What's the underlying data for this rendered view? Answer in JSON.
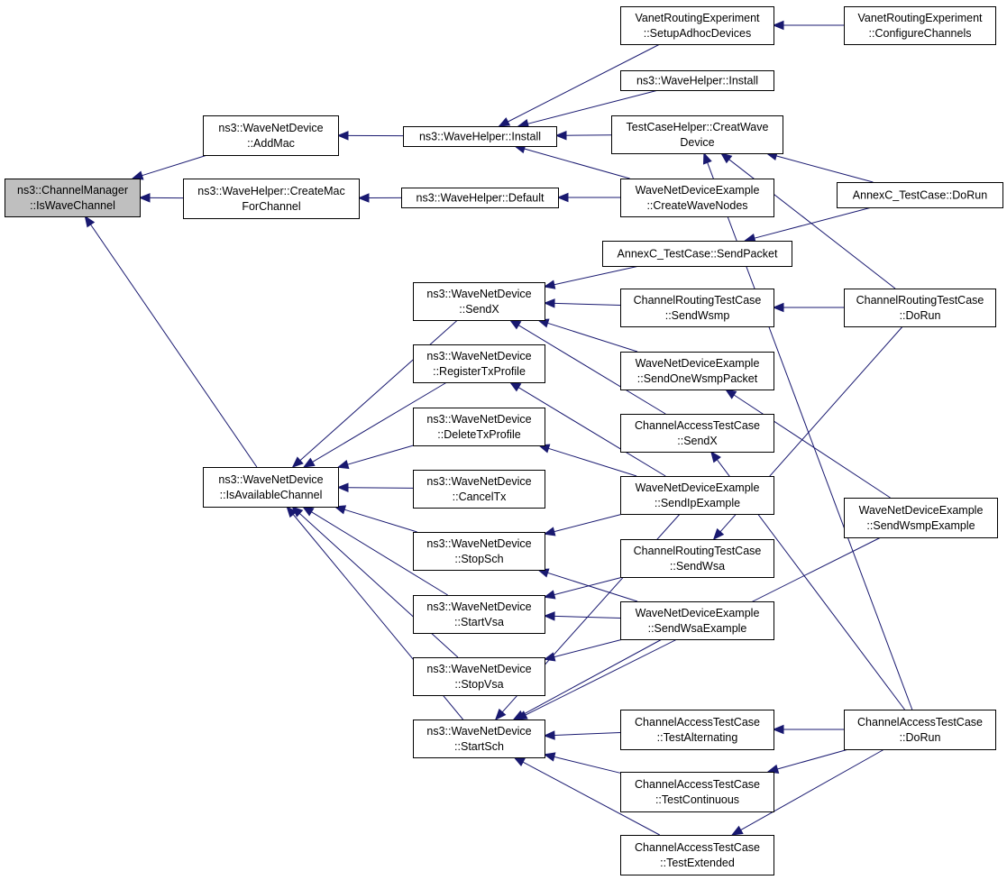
{
  "nodes": {
    "n_root": [
      "ns3::ChannelManager",
      "::IsWaveChannel"
    ],
    "n_addmac": [
      "ns3::WaveNetDevice",
      "::AddMac"
    ],
    "n_createmac": [
      "ns3::WaveHelper::CreateMac",
      "ForChannel"
    ],
    "n_isavail": [
      "ns3::WaveNetDevice",
      "::IsAvailableChannel"
    ],
    "n_install": [
      "ns3::WaveHelper::Install"
    ],
    "n_default": [
      "ns3::WaveHelper::Default"
    ],
    "n_sendx": [
      "ns3::WaveNetDevice",
      "::SendX"
    ],
    "n_regtx": [
      "ns3::WaveNetDevice",
      "::RegisterTxProfile"
    ],
    "n_deltx": [
      "ns3::WaveNetDevice",
      "::DeleteTxProfile"
    ],
    "n_canceltx": [
      "ns3::WaveNetDevice",
      "::CancelTx"
    ],
    "n_stopsch": [
      "ns3::WaveNetDevice",
      "::StopSch"
    ],
    "n_startvsa": [
      "ns3::WaveNetDevice",
      "::StartVsa"
    ],
    "n_stopvsa": [
      "ns3::WaveNetDevice",
      "::StopVsa"
    ],
    "n_startsch": [
      "ns3::WaveNetDevice",
      "::StartSch"
    ],
    "n_setupadhoc": [
      "VanetRoutingExperiment",
      "::SetupAdhocDevices"
    ],
    "n_wavehelperinst": [
      "ns3::WaveHelper::Install"
    ],
    "n_creatwave": [
      "TestCaseHelper::CreatWave",
      "Device"
    ],
    "n_createnodes": [
      "WaveNetDeviceExample",
      "::CreateWaveNodes"
    ],
    "n_annexsend": [
      "AnnexC_TestCase::SendPacket"
    ],
    "n_crt_sendwsmp": [
      "ChannelRoutingTestCase",
      "::SendWsmp"
    ],
    "n_sendone": [
      "WaveNetDeviceExample",
      "::SendOneWsmpPacket"
    ],
    "n_cat_sendx": [
      "ChannelAccessTestCase",
      "::SendX"
    ],
    "n_sendip": [
      "WaveNetDeviceExample",
      "::SendIpExample"
    ],
    "n_crt_sendwsa": [
      "ChannelRoutingTestCase",
      "::SendWsa"
    ],
    "n_sendwsaex": [
      "WaveNetDeviceExample",
      "::SendWsaExample"
    ],
    "n_testalt": [
      "ChannelAccessTestCase",
      "::TestAlternating"
    ],
    "n_testcont": [
      "ChannelAccessTestCase",
      "::TestContinuous"
    ],
    "n_testext": [
      "ChannelAccessTestCase",
      "::TestExtended"
    ],
    "n_configchan": [
      "VanetRoutingExperiment",
      "::ConfigureChannels"
    ],
    "n_annexrun": [
      "AnnexC_TestCase::DoRun"
    ],
    "n_crt_dorun": [
      "ChannelRoutingTestCase",
      "::DoRun"
    ],
    "n_sendwsmpex": [
      "WaveNetDeviceExample",
      "::SendWsmpExample"
    ],
    "n_cat_dorun": [
      "ChannelAccessTestCase",
      "::DoRun"
    ]
  },
  "edges": [
    [
      "n_addmac",
      "n_root"
    ],
    [
      "n_createmac",
      "n_root"
    ],
    [
      "n_isavail",
      "n_root"
    ],
    [
      "n_install",
      "n_addmac"
    ],
    [
      "n_default",
      "n_createmac"
    ],
    [
      "n_setupadhoc",
      "n_install"
    ],
    [
      "n_wavehelperinst",
      "n_install"
    ],
    [
      "n_creatwave",
      "n_install"
    ],
    [
      "n_createnodes",
      "n_install"
    ],
    [
      "n_createnodes",
      "n_default"
    ],
    [
      "n_configchan",
      "n_setupadhoc"
    ],
    [
      "n_annexrun",
      "n_creatwave"
    ],
    [
      "n_crt_dorun",
      "n_creatwave"
    ],
    [
      "n_cat_dorun",
      "n_creatwave"
    ],
    [
      "n_sendx",
      "n_isavail"
    ],
    [
      "n_regtx",
      "n_isavail"
    ],
    [
      "n_deltx",
      "n_isavail"
    ],
    [
      "n_canceltx",
      "n_isavail"
    ],
    [
      "n_stopsch",
      "n_isavail"
    ],
    [
      "n_startvsa",
      "n_isavail"
    ],
    [
      "n_stopvsa",
      "n_isavail"
    ],
    [
      "n_startsch",
      "n_isavail"
    ],
    [
      "n_annexsend",
      "n_sendx"
    ],
    [
      "n_crt_sendwsmp",
      "n_sendx"
    ],
    [
      "n_sendone",
      "n_sendx"
    ],
    [
      "n_cat_sendx",
      "n_sendx"
    ],
    [
      "n_sendip",
      "n_regtx"
    ],
    [
      "n_sendip",
      "n_deltx"
    ],
    [
      "n_sendip",
      "n_stopsch"
    ],
    [
      "n_sendip",
      "n_startsch"
    ],
    [
      "n_crt_sendwsa",
      "n_startvsa"
    ],
    [
      "n_sendwsaex",
      "n_stopsch"
    ],
    [
      "n_sendwsaex",
      "n_startvsa"
    ],
    [
      "n_sendwsaex",
      "n_stopvsa"
    ],
    [
      "n_sendwsaex",
      "n_startsch"
    ],
    [
      "n_sendwsmpex",
      "n_startsch"
    ],
    [
      "n_testalt",
      "n_startsch"
    ],
    [
      "n_testcont",
      "n_startsch"
    ],
    [
      "n_testext",
      "n_startsch"
    ],
    [
      "n_annexrun",
      "n_annexsend"
    ],
    [
      "n_crt_dorun",
      "n_crt_sendwsmp"
    ],
    [
      "n_crt_dorun",
      "n_crt_sendwsa"
    ],
    [
      "n_sendwsmpex",
      "n_sendone"
    ],
    [
      "n_cat_dorun",
      "n_cat_sendx"
    ],
    [
      "n_cat_dorun",
      "n_testalt"
    ],
    [
      "n_cat_dorun",
      "n_testcont"
    ],
    [
      "n_cat_dorun",
      "n_testext"
    ]
  ],
  "colors": {
    "edge": "#191970",
    "root_fill": "#bfbfbf",
    "node_fill": "#ffffff",
    "node_border": "#000000"
  }
}
